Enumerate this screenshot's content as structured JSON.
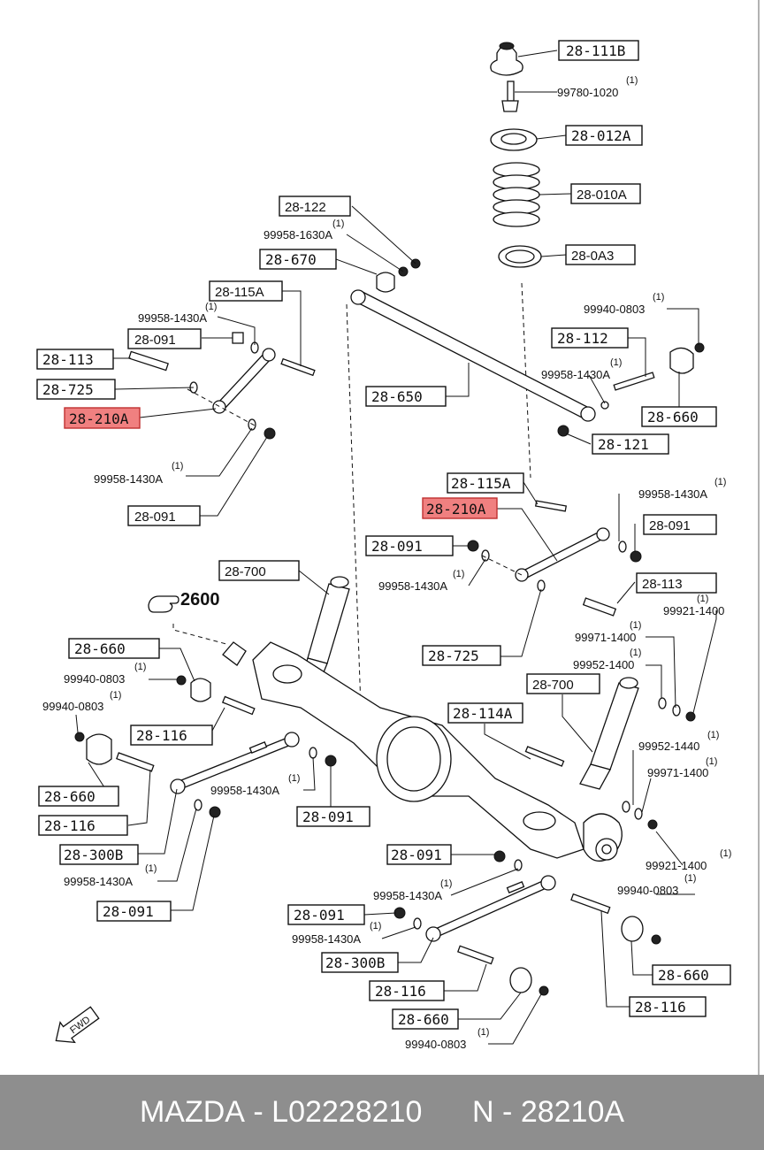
{
  "boxed_labels": [
    {
      "id": "b1",
      "text": "28-111B"
    },
    {
      "id": "b2",
      "text": "28-012A"
    },
    {
      "id": "b3",
      "text": "28-010A"
    },
    {
      "id": "b4",
      "text": "28-0A3"
    },
    {
      "id": "b5",
      "text": "28-122"
    },
    {
      "id": "b6",
      "text": "28-670"
    },
    {
      "id": "b7",
      "text": "28-115A"
    },
    {
      "id": "b8",
      "text": "28-091"
    },
    {
      "id": "b9",
      "text": "28-113"
    },
    {
      "id": "b10",
      "text": "28-725"
    },
    {
      "id": "b11",
      "text": "28-210A",
      "highlight": true
    },
    {
      "id": "b12",
      "text": "28-091"
    },
    {
      "id": "b13",
      "text": "28-112"
    },
    {
      "id": "b14",
      "text": "28-660"
    },
    {
      "id": "b15",
      "text": "28-650"
    },
    {
      "id": "b16",
      "text": "28-121"
    },
    {
      "id": "b17",
      "text": "28-115A"
    },
    {
      "id": "b18",
      "text": "28-210A",
      "highlight": true
    },
    {
      "id": "b19",
      "text": "28-091"
    },
    {
      "id": "b20",
      "text": "28-091"
    },
    {
      "id": "b21",
      "text": "28-700"
    },
    {
      "id": "b22",
      "text": "28-113"
    },
    {
      "id": "b23",
      "text": "28-725"
    },
    {
      "id": "b24",
      "text": "28-660"
    },
    {
      "id": "b25",
      "text": "28-700"
    },
    {
      "id": "b26",
      "text": "28-114A"
    },
    {
      "id": "b27",
      "text": "28-116"
    },
    {
      "id": "b28",
      "text": "28-660"
    },
    {
      "id": "b29",
      "text": "28-116"
    },
    {
      "id": "b30",
      "text": "28-300B"
    },
    {
      "id": "b31",
      "text": "28-091"
    },
    {
      "id": "b32",
      "text": "28-091"
    },
    {
      "id": "b33",
      "text": "28-091"
    },
    {
      "id": "b34",
      "text": "28-091"
    },
    {
      "id": "b35",
      "text": "28-300B"
    },
    {
      "id": "b36",
      "text": "28-116"
    },
    {
      "id": "b37",
      "text": "28-660"
    },
    {
      "id": "b38",
      "text": "28-660"
    },
    {
      "id": "b39",
      "text": "28-116"
    }
  ],
  "part_numbers": [
    {
      "id": "n1",
      "text": "99780-1020",
      "qty": "(1)"
    },
    {
      "id": "n2",
      "text": "99958-1630A",
      "qty": "(1)"
    },
    {
      "id": "n3",
      "text": "99958-1430A",
      "qty": "(1)"
    },
    {
      "id": "n4",
      "text": "99958-1430A",
      "qty": "(1)"
    },
    {
      "id": "n5",
      "text": "99940-0803",
      "qty": "(1)"
    },
    {
      "id": "n6",
      "text": "99958-1430A",
      "qty": "(1)"
    },
    {
      "id": "n7",
      "text": "99958-1430A",
      "qty": "(1)"
    },
    {
      "id": "n8",
      "text": "99958-1430A",
      "qty": "(1)"
    },
    {
      "id": "n9",
      "text": "99921-1400",
      "qty": "(1)"
    },
    {
      "id": "n10",
      "text": "99971-1400",
      "qty": "(1)"
    },
    {
      "id": "n11",
      "text": "99952-1400",
      "qty": "(1)"
    },
    {
      "id": "n12",
      "text": "99940-0803",
      "qty": "(1)"
    },
    {
      "id": "n13",
      "text": "99940-0803",
      "qty": "(1)"
    },
    {
      "id": "n14",
      "text": "99952-1440",
      "qty": "(1)"
    },
    {
      "id": "n15",
      "text": "99971-1400",
      "qty": "(1)"
    },
    {
      "id": "n16",
      "text": "99958-1430A",
      "qty": "(1)"
    },
    {
      "id": "n17",
      "text": "99921-1400",
      "qty": "(1)"
    },
    {
      "id": "n18",
      "text": "99958-1430A",
      "qty": "(1)"
    },
    {
      "id": "n19",
      "text": "99940-0803",
      "qty": "(1)"
    },
    {
      "id": "n20",
      "text": "99958-1430A",
      "qty": "(1)"
    },
    {
      "id": "n21",
      "text": "99958-1430A",
      "qty": "(1)"
    },
    {
      "id": "n22",
      "text": "99940-0803",
      "qty": "(1)"
    }
  ],
  "reference": {
    "text": "2600",
    "icon": "pointing-hand-icon"
  },
  "fwd_label": "FWD",
  "footer": {
    "brand": "MAZDA",
    "separator": "-",
    "oem": "L02228210",
    "sep2": "N -",
    "part": "28210A"
  },
  "colors": {
    "highlight": "#f08080",
    "footer_bg": "#8e8e8e"
  }
}
